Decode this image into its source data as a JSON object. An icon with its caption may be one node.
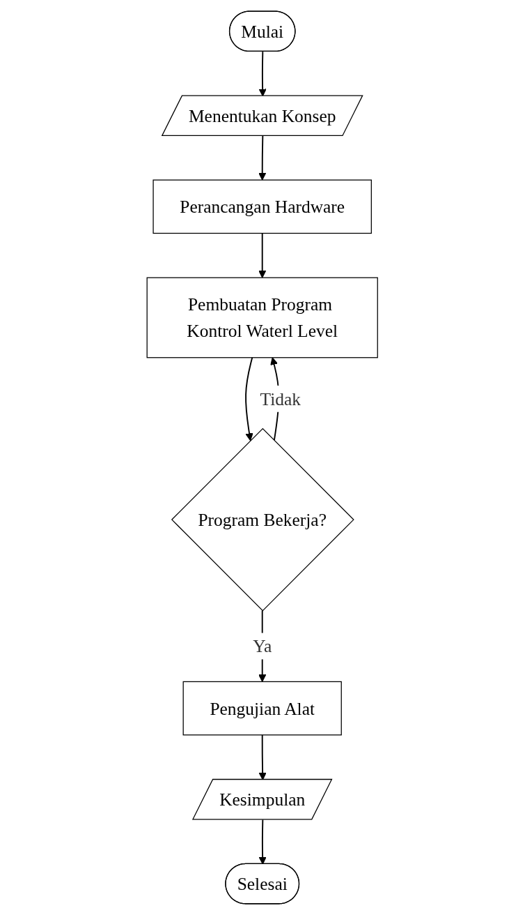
{
  "diagram": {
    "nodes": [
      {
        "text": [
          "Mulai"
        ]
      },
      {
        "text": [
          "Menentukan Konsep"
        ]
      },
      {
        "text": [
          "Perancangan Hardware"
        ]
      },
      {
        "text": [
          "Pembuatan Program Kontrol Waterl Level"
        ]
      },
      {
        "text": [
          "Program Bekerja?"
        ]
      },
      {
        "text": [
          "Pengujian Alat"
        ]
      },
      {
        "text": [
          "Kesimpulan"
        ]
      },
      {
        "text": [
          "Selesai"
        ]
      }
    ],
    "edges": [
      {
        "from": 0,
        "to": 1,
        "arrow": "to"
      },
      {
        "from": 1,
        "to": 2,
        "arrow": "to"
      },
      {
        "from": 2,
        "to": 3,
        "arrow": "to"
      },
      {
        "from": 3,
        "to": 4,
        "arrow": "to"
      },
      {
        "from": 4,
        "to": 3,
        "label": "Tidak",
        "arrow": "to"
      },
      {
        "from": 4,
        "to": 5,
        "label": "Ya",
        "arrow": "to"
      },
      {
        "from": 5,
        "to": 6,
        "arrow": "to"
      },
      {
        "from": 6,
        "to": 7,
        "arrow": "to"
      }
    ]
  }
}
